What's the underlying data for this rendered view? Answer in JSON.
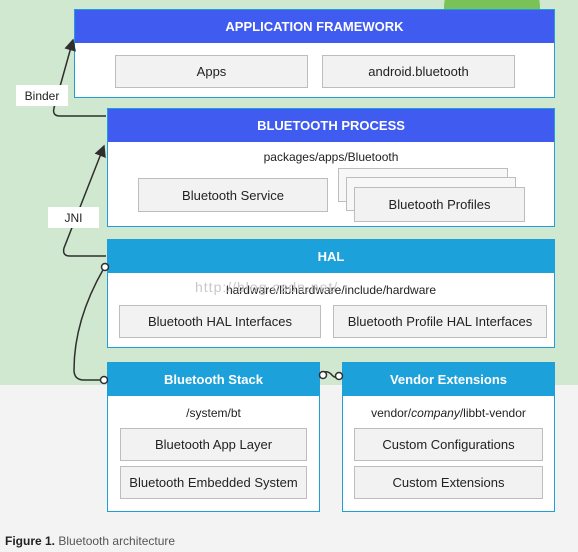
{
  "framework": {
    "title": "APPLICATION FRAMEWORK",
    "items": [
      "Apps",
      "android.bluetooth"
    ]
  },
  "process": {
    "title": "BLUETOOTH PROCESS",
    "path": "packages/apps/Bluetooth",
    "service": "Bluetooth Service",
    "profiles": "Bluetooth Profiles"
  },
  "hal": {
    "title": "HAL",
    "path": "hardware/libhardware/include/hardware",
    "items": [
      "Bluetooth HAL Interfaces",
      "Bluetooth Profile HAL Interfaces"
    ]
  },
  "stack": {
    "title": "Bluetooth Stack",
    "path": "/system/bt",
    "items": [
      "Bluetooth App Layer",
      "Bluetooth Embedded System"
    ]
  },
  "vendor": {
    "title": "Vendor Extensions",
    "path_prefix": "vendor/",
    "path_italic": "company",
    "path_suffix": "/libbt-vendor",
    "items": [
      "Custom Configurations",
      "Custom Extensions"
    ]
  },
  "labels": {
    "binder": "Binder",
    "jni": "JNI"
  },
  "watermark": "http://blog.csdn.net/",
  "caption": {
    "figure": "Figure 1.",
    "text": " Bluetooth architecture"
  },
  "colors": {
    "framework_header": "#3f5bf0",
    "layer_header": "#1da1db",
    "border": "#1f9fd8",
    "green_background": "#cfe8cf"
  }
}
